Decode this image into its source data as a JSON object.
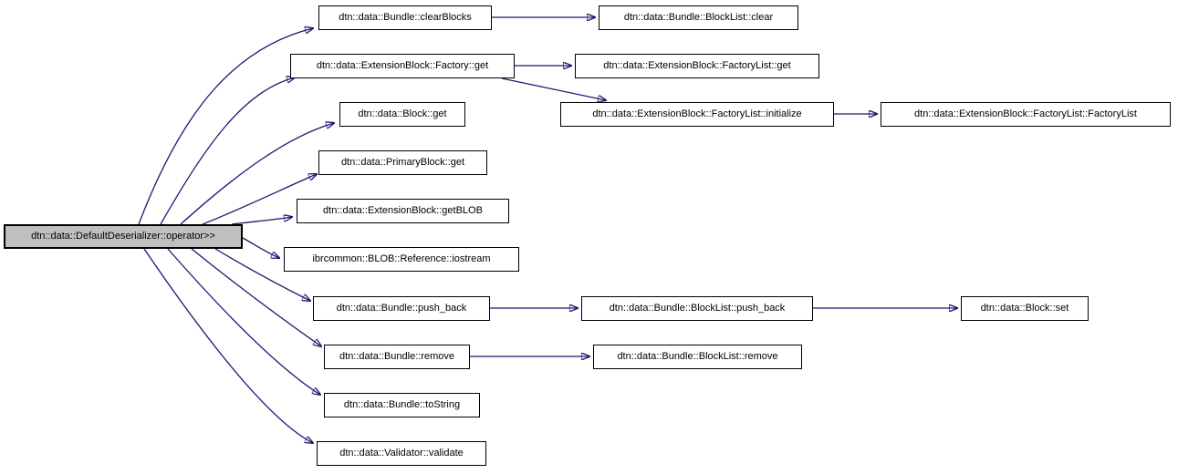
{
  "diagram": {
    "type": "call-graph",
    "edge_color": "#191970",
    "node_fill": "#ffffff",
    "node_border_color": "#000000",
    "highlight_fill": "#bfbfbf",
    "nodes": [
      {
        "id": "operator",
        "label": "dtn::data::DefaultDeserializer::operator>>",
        "highlighted": true
      },
      {
        "id": "clearblocks",
        "label": "dtn::data::Bundle::clearBlocks",
        "highlighted": false
      },
      {
        "id": "blocklist-clear",
        "label": "dtn::data::Bundle::BlockList::clear",
        "highlighted": false
      },
      {
        "id": "factory-get",
        "label": "dtn::data::ExtensionBlock::Factory::get",
        "highlighted": false
      },
      {
        "id": "factorylist-get",
        "label": "dtn::data::ExtensionBlock::FactoryList::get",
        "highlighted": false
      },
      {
        "id": "block-get",
        "label": "dtn::data::Block::get",
        "highlighted": false
      },
      {
        "id": "factorylist-initialize",
        "label": "dtn::data::ExtensionBlock::FactoryList::initialize",
        "highlighted": false
      },
      {
        "id": "factorylist-factorylist",
        "label": "dtn::data::ExtensionBlock::FactoryList::FactoryList",
        "highlighted": false
      },
      {
        "id": "primaryblock-get",
        "label": "dtn::data::PrimaryBlock::get",
        "highlighted": false
      },
      {
        "id": "getblob",
        "label": "dtn::data::ExtensionBlock::getBLOB",
        "highlighted": false
      },
      {
        "id": "iostream",
        "label": "ibrcommon::BLOB::Reference::iostream",
        "highlighted": false
      },
      {
        "id": "push-back",
        "label": "dtn::data::Bundle::push_back",
        "highlighted": false
      },
      {
        "id": "blocklist-push-back",
        "label": "dtn::data::Bundle::BlockList::push_back",
        "highlighted": false
      },
      {
        "id": "block-set",
        "label": "dtn::data::Block::set",
        "highlighted": false
      },
      {
        "id": "remove",
        "label": "dtn::data::Bundle::remove",
        "highlighted": false
      },
      {
        "id": "blocklist-remove",
        "label": "dtn::data::Bundle::BlockList::remove",
        "highlighted": false
      },
      {
        "id": "tostring",
        "label": "dtn::data::Bundle::toString",
        "highlighted": false
      },
      {
        "id": "validate",
        "label": "dtn::data::Validator::validate",
        "highlighted": false
      }
    ],
    "edges": [
      {
        "from": "operator",
        "to": "clearblocks"
      },
      {
        "from": "operator",
        "to": "factory-get"
      },
      {
        "from": "operator",
        "to": "block-get"
      },
      {
        "from": "operator",
        "to": "primaryblock-get"
      },
      {
        "from": "operator",
        "to": "getblob"
      },
      {
        "from": "operator",
        "to": "iostream"
      },
      {
        "from": "operator",
        "to": "push-back"
      },
      {
        "from": "operator",
        "to": "remove"
      },
      {
        "from": "operator",
        "to": "tostring"
      },
      {
        "from": "operator",
        "to": "validate"
      },
      {
        "from": "clearblocks",
        "to": "blocklist-clear"
      },
      {
        "from": "factory-get",
        "to": "factorylist-get"
      },
      {
        "from": "factory-get",
        "to": "factorylist-initialize"
      },
      {
        "from": "factorylist-initialize",
        "to": "factorylist-factorylist"
      },
      {
        "from": "push-back",
        "to": "blocklist-push-back"
      },
      {
        "from": "blocklist-push-back",
        "to": "block-set"
      },
      {
        "from": "remove",
        "to": "blocklist-remove"
      }
    ]
  }
}
